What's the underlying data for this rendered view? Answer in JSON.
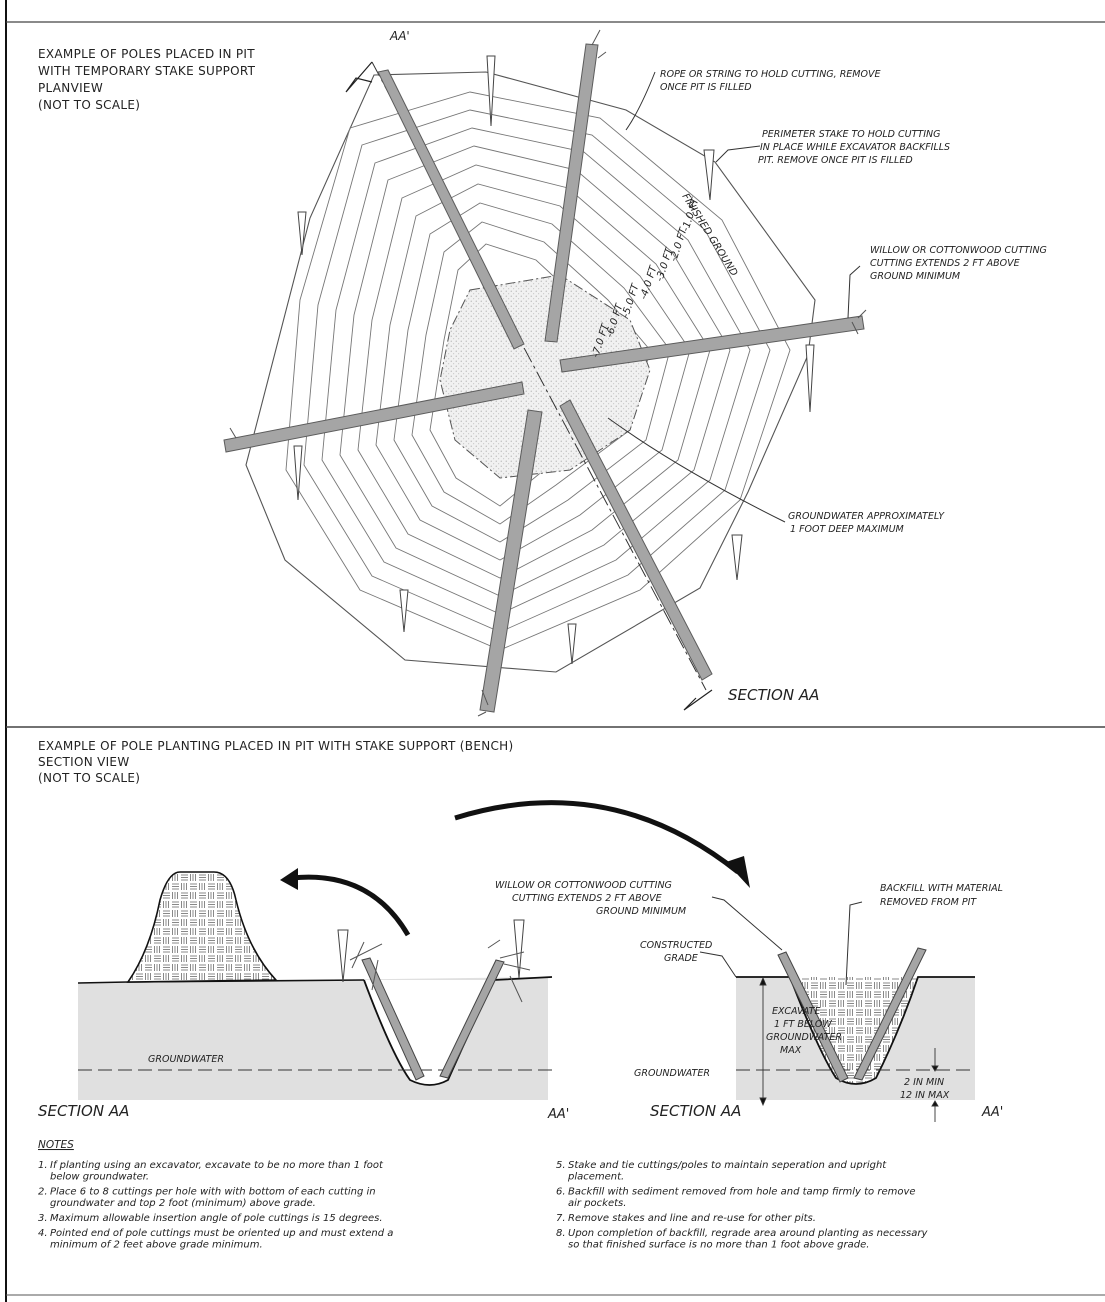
{
  "planview": {
    "title_lines": [
      "EXAMPLE OF POLES PLACED IN PIT",
      "WITH TEMPORARY STAKE SUPPORT",
      "PLANVIEW",
      "(NOT TO SCALE)"
    ],
    "section_marker_top": "AA'",
    "section_marker_bottom": "SECTION AA",
    "callout_rope": [
      "ROPE OR STRING TO HOLD CUTTING, REMOVE",
      "ONCE PIT IS FILLED"
    ],
    "callout_stake": [
      "PERIMETER STAKE TO HOLD CUTTING",
      "IN PLACE WHILE EXCAVATOR BACKFILLS",
      "PIT. REMOVE ONCE PIT IS FILLED"
    ],
    "callout_willow": [
      "WILLOW OR COTTONWOOD CUTTING",
      "CUTTING EXTENDS 2 FT ABOVE",
      "GROUND MINIMUM"
    ],
    "callout_groundwater": [
      "GROUNDWATER APPROXIMATELY",
      "1 FOOT DEEP MAXIMUM"
    ],
    "contour_labels": [
      "FINISHED GROUND",
      "-1.0 FT",
      "-2.0 FT",
      "-3.0 FT",
      "-4.0 FT",
      "-5.0 FT",
      "-6.0 FT",
      "-7.0 FT"
    ]
  },
  "section": {
    "title_lines": [
      "EXAMPLE OF POLE PLANTING PLACED IN PIT WITH STAKE SUPPORT (BENCH)",
      "SECTION VIEW",
      "(NOT TO SCALE)"
    ],
    "left": {
      "groundwater_label": "GROUNDWATER",
      "section_label": "SECTION AA",
      "marker": "AA'"
    },
    "right": {
      "willow_callout": [
        "WILLOW OR COTTONWOOD CUTTING",
        "CUTTING EXTENDS 2 FT ABOVE",
        "GROUND MINIMUM"
      ],
      "backfill_callout": [
        "BACKFILL WITH MATERIAL",
        "REMOVED FROM PIT"
      ],
      "grade_callout": [
        "CONSTRUCTED",
        "GRADE"
      ],
      "excavate_label": [
        "EXCAVATE",
        "1 FT BELOW",
        "GROUNDWATER",
        "MAX"
      ],
      "groundwater_label": "GROUNDWATER",
      "depth_label": [
        "2 IN MIN",
        "12 IN MAX"
      ],
      "section_label": "SECTION AA",
      "marker": "AA'"
    }
  },
  "notes": {
    "heading": "NOTES",
    "left": [
      {
        "num": "1.",
        "lines": [
          "If planting using an excavator, excavate to be no more than 1 foot",
          "below groundwater."
        ]
      },
      {
        "num": "2.",
        "lines": [
          "Place 6 to 8 cuttings per hole with with bottom of each cutting in",
          "groundwater and top 2 foot (minimum) above grade."
        ]
      },
      {
        "num": "3.",
        "lines": [
          "Maximum allowable insertion angle of pole cuttings is 15 degrees."
        ]
      },
      {
        "num": "4.",
        "lines": [
          "Pointed end of pole cuttings must be oriented up and must extend a",
          "minimum of 2 feet above grade minimum."
        ]
      }
    ],
    "right": [
      {
        "num": "5.",
        "lines": [
          "Stake and tie cuttings/poles to maintain seperation and upright",
          "placement."
        ]
      },
      {
        "num": "6.",
        "lines": [
          "Backfill with sediment removed from hole and tamp firmly to remove",
          "air pockets."
        ]
      },
      {
        "num": "7.",
        "lines": [
          "Remove stakes and line and re-use for other pits."
        ]
      },
      {
        "num": "8.",
        "lines": [
          "Upon completion of backfill, regrade area around planting as necessary",
          "so that finished surface is no more than 1 foot above grade."
        ]
      }
    ]
  }
}
